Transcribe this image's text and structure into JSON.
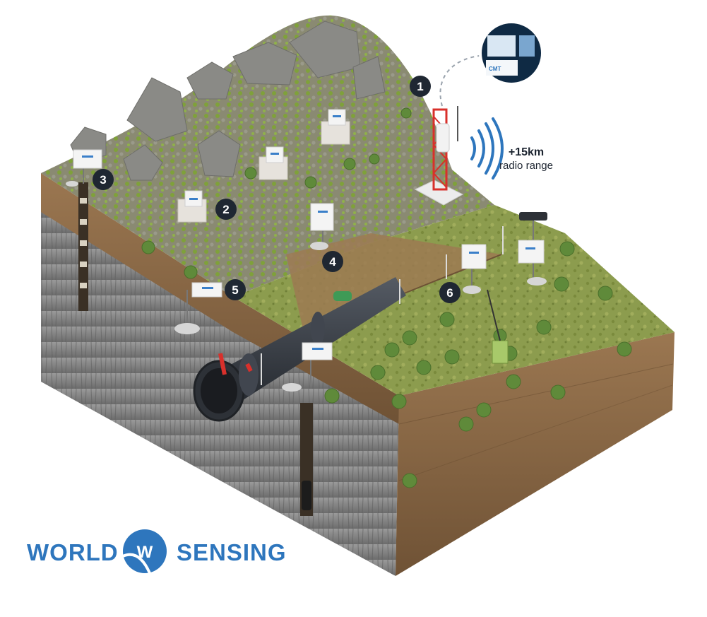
{
  "markers": [
    {
      "id": "1",
      "label": "1"
    },
    {
      "id": "2",
      "label": "2"
    },
    {
      "id": "3",
      "label": "3"
    },
    {
      "id": "4",
      "label": "4"
    },
    {
      "id": "5",
      "label": "5"
    },
    {
      "id": "6",
      "label": "6"
    }
  ],
  "radio": {
    "range": "+15km",
    "description": "radio range"
  },
  "control_center": {
    "screen_label": "CMT"
  },
  "brand": {
    "left_word": "WORLD",
    "logo_letter": "W",
    "right_word": "SENSING"
  },
  "colors": {
    "brand_blue": "#2e76bd",
    "marker_fill": "#1f2732",
    "grass": "#8fa34a",
    "soil": "#8a6a48",
    "rock": "#8f8f8f",
    "pipe": "#3a3f47",
    "tower": "#d8302b",
    "sensor_tag": "#3a7fc9"
  }
}
